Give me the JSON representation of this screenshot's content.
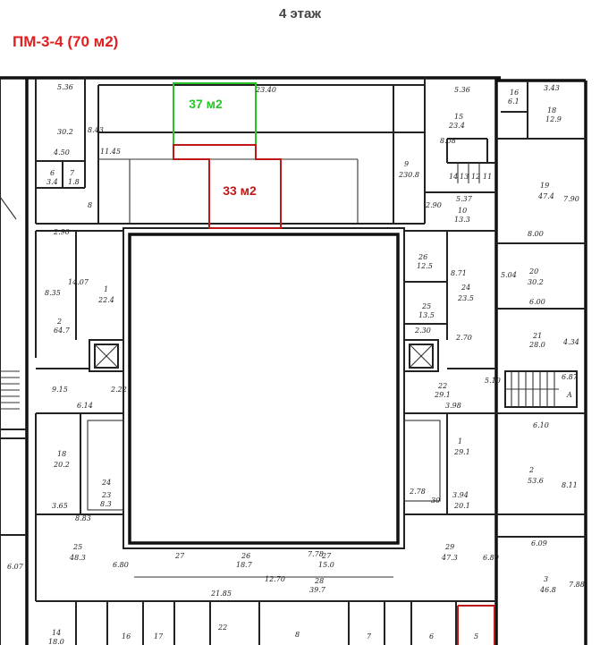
{
  "header": {
    "floor": "4 этаж",
    "unit": "ПМ-3-4 (70 м2)"
  },
  "highlights": {
    "green": {
      "label": "37 м2",
      "color": "#27c427"
    },
    "red": {
      "label": "33 м2",
      "color": "#c01818"
    }
  },
  "plan_labels": {
    "l1": "5.36",
    "l2": "23.40",
    "l3": "5.36",
    "l4": "16",
    "l5": "6.1",
    "l6": "3.43",
    "l7": "18",
    "l8": "12.9",
    "l9": "8.43",
    "l10": "30.2",
    "l11": "11.45",
    "l12": "4.50",
    "l13": "6",
    "l14": "7",
    "l15": "3.4",
    "l16": "1.8",
    "l17": "15",
    "l18": "23.4",
    "l19": "8.08",
    "l20": "14",
    "l21": "13",
    "l22": "12",
    "l23": "11",
    "l24": "9",
    "l25": "230.8",
    "l26": "5.37",
    "l27": "10",
    "l28": "13.3",
    "l29": "19",
    "l30": "47.4",
    "l31": "7.90",
    "l32": "8",
    "l33": "2.90",
    "l34": "2.90",
    "l35": "8.00",
    "l36": "26",
    "l37": "12.5",
    "l38": "20",
    "l39": "30.2",
    "l40": "1",
    "l41": "22.4",
    "l42": "14.07",
    "l43": "8.35",
    "l44": "8.71",
    "l45": "24",
    "l46": "23.5",
    "l47": "5.04",
    "l48": "2",
    "l49": "64.7",
    "l50": "25",
    "l51": "13.5",
    "l52": "6.00",
    "l53": "2.30",
    "l54": "2.70",
    "l55": "21",
    "l56": "28.0",
    "l57": "4.34",
    "l58": "9.15",
    "l59": "2.22",
    "l60": "5.10",
    "l61": "6.87",
    "l62": "22",
    "l63": "29.1",
    "l64": "6.14",
    "l65": "3.98",
    "l66": "6.10",
    "l67": "18",
    "l68": "20.2",
    "l69": "24",
    "l70": "1",
    "l71": "29.1",
    "l72": "2",
    "l73": "53.6",
    "l74": "8.11",
    "l75": "3.65",
    "l76": "23",
    "l77": "8.3",
    "l78": "2.78",
    "l79": "30",
    "l80": "3.94",
    "l81": "20.1",
    "l82": "8.83",
    "l83": "6.09",
    "l84": "25",
    "l85": "48.3",
    "l86": "6.07",
    "l87": "6.80",
    "l88": "27",
    "l89": "29",
    "l90": "47.3",
    "l91": "6.80",
    "l92": "26",
    "l93": "18.7",
    "l94": "7.78",
    "l95": "27",
    "l96": "15.0",
    "l97": "12.70",
    "l98": "28",
    "l99": "39.7",
    "l100": "3",
    "l101": "46.8",
    "l102": "7.88",
    "l103": "21.85",
    "l104": "14",
    "l105": "18.0",
    "l106": "16",
    "l107": "17",
    "l108": "22",
    "l109": "8",
    "l110": "7",
    "l111": "6",
    "l112": "5",
    "l113": "A"
  }
}
